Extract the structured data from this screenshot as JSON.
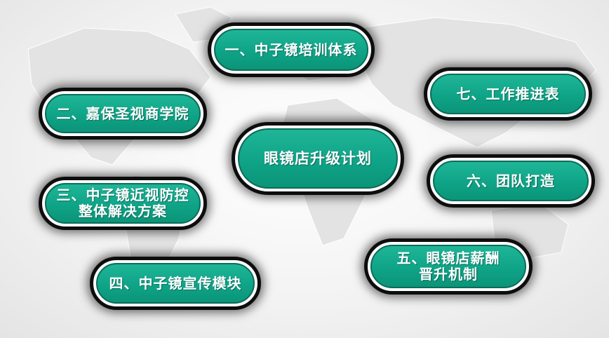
{
  "center": {
    "label": "眼镜店升级计划"
  },
  "modules": [
    {
      "label": "一、中子镜培训体系"
    },
    {
      "label": "二、嘉保圣视商学院"
    },
    {
      "label": "三、中子镜近视防控\n整体解决方案"
    },
    {
      "label": "四、中子镜宣传模块"
    },
    {
      "label": "五、眼镜店薪酬\n晋升机制"
    },
    {
      "label": "六、团队打造"
    },
    {
      "label": "七、工作推进表"
    }
  ],
  "colors": {
    "pill_fill": "#0fa487",
    "pill_ring": "#ffffff",
    "pill_outline": "#0d0d0d",
    "text": "#ffffff",
    "background": "#f3f3f3",
    "map": "#e2e2e2"
  }
}
